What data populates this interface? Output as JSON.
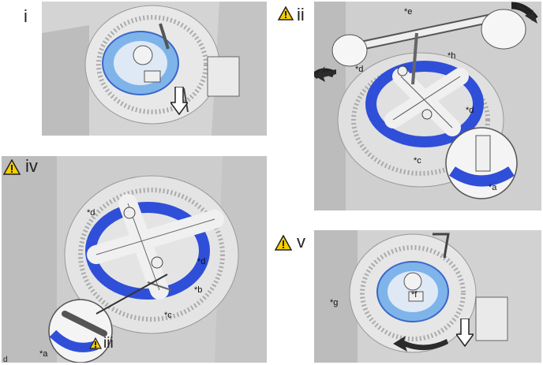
{
  "steps": {
    "i": "i",
    "ii": "ii",
    "iii": "iii",
    "iv": "iv",
    "v": "v"
  },
  "labels": {
    "a": "*a",
    "b": "*b",
    "c": "*c",
    "d": "*d",
    "e": "*e",
    "f": "*f",
    "g": "*g",
    "h": "*h"
  },
  "doc_id": "d",
  "colors": {
    "panel_bg": "#cfcfcf",
    "ring_blue": "#2f4fd8",
    "ring_light_blue": "#7fb4ea",
    "warning_yellow": "#f5d000",
    "arrow_dark": "#2b2b2b"
  },
  "icons": [
    "warning-icon",
    "down-arrow-icon",
    "rotate-arrow-icon"
  ]
}
